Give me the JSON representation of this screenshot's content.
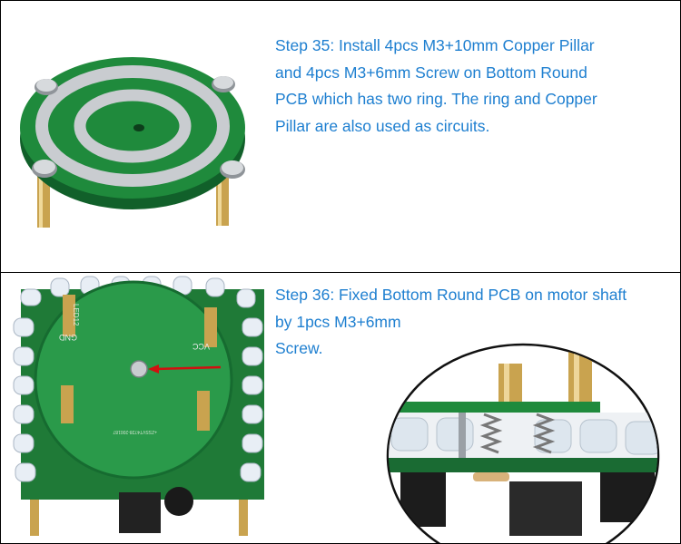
{
  "steps": [
    {
      "number": 35,
      "text_lines": [
        "Step 35: Install 4pcs M3+10mm Copper Pillar",
        "and 4pcs M3+6mm Screw on Bottom Round",
        "PCB which has two ring. The ring and Copper",
        "Pillar are also used as circuits."
      ],
      "photo": "bottom-round-pcb-with-copper-pillars"
    },
    {
      "number": 36,
      "text_lines": [
        "Step 36: Fixed Bottom Round PCB on motor shaft",
        "by 1pcs M3+6mm",
        "Screw."
      ],
      "photo": "round-pcb-mounted-on-motor-shaft",
      "pcb_labels": {
        "gnd": "GND",
        "vcc": "VCC",
        "led": "LED12",
        "serial": "+ZSSVT4728-200187"
      },
      "arrow_color": "#d01010"
    }
  ],
  "colors": {
    "text": "#1e7fd0",
    "pcb_green": "#1f8a3c",
    "silver": "#c9ccd0",
    "brass": "#d4b062"
  }
}
